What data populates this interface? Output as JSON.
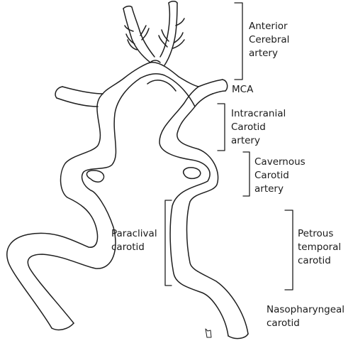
{
  "labels": {
    "anterior_cerebral": [
      "Anterior",
      "Cerebral",
      "artery"
    ],
    "mca": "MCA",
    "intracranial_carotid": [
      "Intracranial",
      "Carotid",
      "artery"
    ],
    "cavernous_carotid": [
      "Cavernous",
      "Carotid",
      "artery"
    ],
    "paraclival_carotid": [
      "Paraclival",
      "carotid"
    ],
    "petrous_temporal_carotid": [
      "Petrous",
      "temporal",
      "carotid"
    ],
    "nasopharyngeal_carotid": [
      "Nasopharyngeal",
      "carotid"
    ]
  },
  "colors": {
    "ink": "#1e1e1e",
    "background": "#ffffff"
  }
}
